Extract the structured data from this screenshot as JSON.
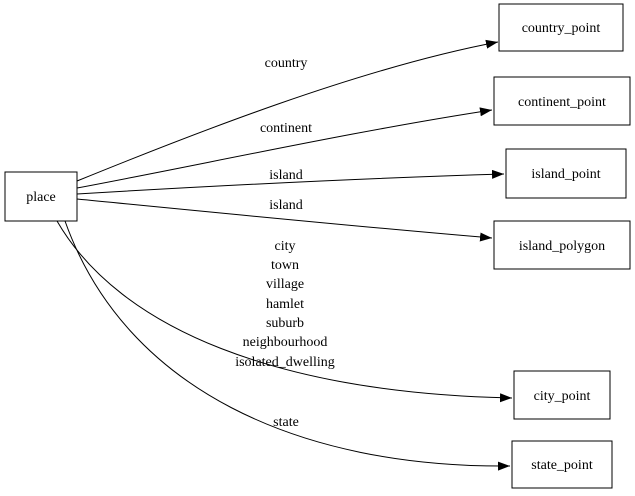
{
  "diagram": {
    "background_color": "#ffffff",
    "line_color": "#000000",
    "text_color": "#000000",
    "nodes": [
      {
        "id": "place",
        "label": "place"
      },
      {
        "id": "country_point",
        "label": "country_point"
      },
      {
        "id": "continent_point",
        "label": "continent_point"
      },
      {
        "id": "island_point",
        "label": "island_point"
      },
      {
        "id": "island_polygon",
        "label": "island_polygon"
      },
      {
        "id": "city_point",
        "label": "city_point"
      },
      {
        "id": "state_point",
        "label": "state_point"
      }
    ],
    "edges": [
      {
        "from": "place",
        "to": "country_point",
        "label": "country"
      },
      {
        "from": "place",
        "to": "continent_point",
        "label": "continent"
      },
      {
        "from": "place",
        "to": "island_point",
        "label": "island"
      },
      {
        "from": "place",
        "to": "island_polygon",
        "label": "island"
      },
      {
        "from": "place",
        "to": "city_point",
        "label_lines": [
          "city",
          "town",
          "village",
          "hamlet",
          "suburb",
          "neighbourhood",
          "isolated_dwelling"
        ]
      },
      {
        "from": "place",
        "to": "state_point",
        "label": "state"
      }
    ]
  }
}
